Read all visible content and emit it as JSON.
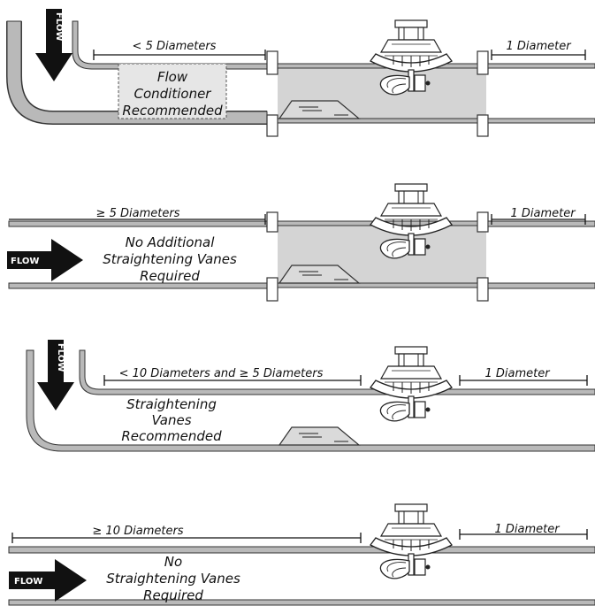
{
  "colors": {
    "arrow": "#111111",
    "pipe_wall": "#b9b9b9",
    "meter_section": "#d4d4d4"
  },
  "icons": {
    "flow_arrow": "flow-arrow-icon",
    "flow_meter": "flow-meter-icon",
    "straightening_vanes": "straightening-vanes-icon"
  },
  "panels": [
    {
      "flow_label": "FLOW",
      "upstream_label": "< 5 Diameters",
      "downstream_label": "1 Diameter",
      "note_lines": [
        "Flow",
        "Conditioner",
        "Recommended"
      ]
    },
    {
      "flow_label": "FLOW",
      "upstream_label": "≥ 5 Diameters",
      "downstream_label": "1 Diameter",
      "note_lines": [
        "No Additional",
        "Straightening Vanes",
        "Required"
      ]
    },
    {
      "flow_label": "FLOW",
      "upstream_label": "< 10 Diameters and ≥ 5 Diameters",
      "downstream_label": "1 Diameter",
      "note_lines": [
        "Straightening",
        "Vanes",
        "Recommended"
      ]
    },
    {
      "flow_label": "FLOW",
      "upstream_label": "≥ 10 Diameters",
      "downstream_label": "1 Diameter",
      "note_lines": [
        "No",
        "Straightening Vanes",
        "Required"
      ]
    }
  ]
}
